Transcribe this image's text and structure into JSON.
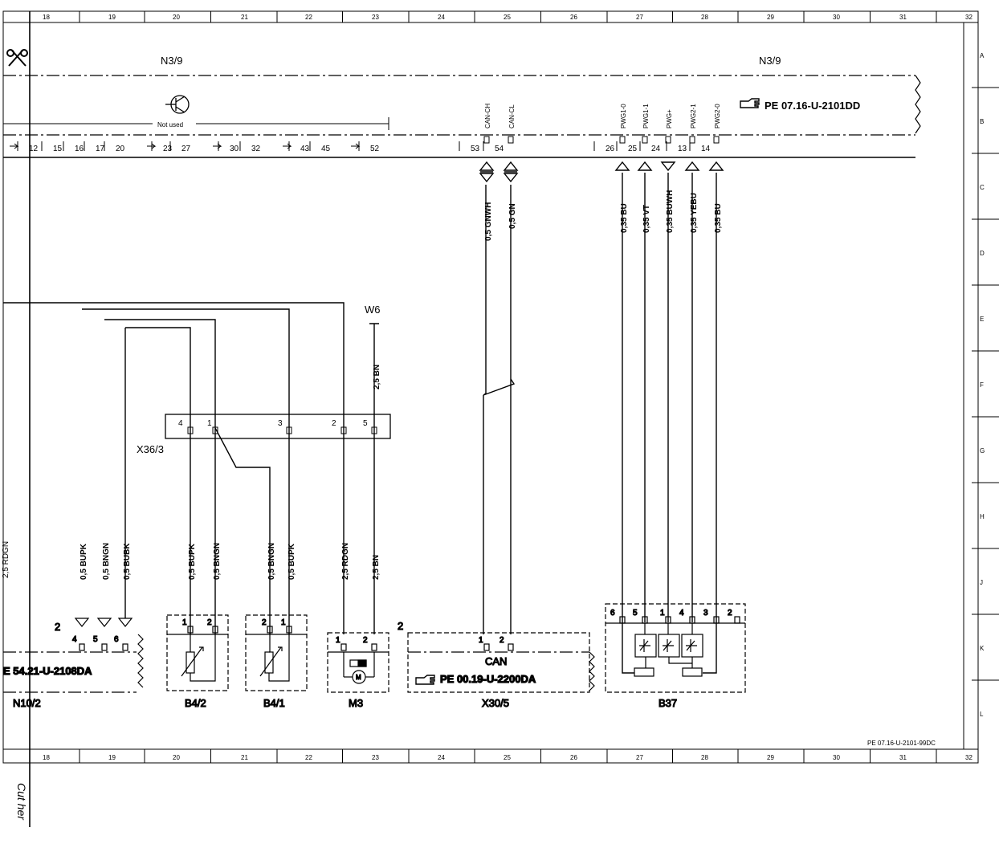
{
  "column_numbers": [
    "18",
    "19",
    "20",
    "21",
    "22",
    "23",
    "24",
    "25",
    "26",
    "27",
    "28",
    "29",
    "30",
    "31",
    "32"
  ],
  "row_letters": [
    "A",
    "B",
    "C",
    "D",
    "E",
    "F",
    "G",
    "H",
    "J",
    "K",
    "L"
  ],
  "cut_label": "Cut her",
  "ecu": {
    "label_left": "N3/9",
    "label_right": "N3/9",
    "not_used": "Not used",
    "ref": "PE 07.16-U-2101DD",
    "pins": [
      "12",
      "15",
      "16",
      "17",
      "20",
      "23",
      "27",
      "30",
      "32",
      "43",
      "45",
      "52",
      "53",
      "54",
      "26",
      "25",
      "24",
      "13",
      "14"
    ],
    "can_pins": [
      "CAN-CH",
      "CAN-CL"
    ],
    "pwm_pins": [
      "PWG1-0",
      "PWG1-1",
      "PWG+",
      "PWG2-1",
      "PWG2-0"
    ]
  },
  "wires": {
    "can": [
      "0,5 GNWH",
      "0,5 GN"
    ],
    "pwm": [
      "0,35 BU",
      "0,35 VT",
      "0,35 BUWH",
      "0,35 YEBU",
      "0,35 BU"
    ],
    "w6_wire": "2,5 BN",
    "left_cut_wire": "2,5 RDGN",
    "n10": [
      "0,5 BUPK",
      "0,5 BNGN",
      "0,5 BUBK"
    ],
    "b42": [
      "0,5 BUPK",
      "0,5 BNGN"
    ],
    "b41": [
      "0,5 BNGN",
      "0,5 BUPK"
    ],
    "m3": [
      "2,5 RDGN",
      "2,5 BN"
    ]
  },
  "ground": "W6",
  "connector_x36": {
    "label": "X36/3",
    "pins": [
      "4",
      "1",
      "3",
      "2",
      "5"
    ]
  },
  "components": {
    "n10": {
      "label": "N10/2",
      "ref": "E 54.21-U-2108DA",
      "pins": [
        "4",
        "5",
        "6"
      ],
      "conn": "2"
    },
    "b42": {
      "label": "B4/2",
      "pins": [
        "1",
        "2"
      ]
    },
    "b41": {
      "label": "B4/1",
      "pins": [
        "2",
        "1"
      ]
    },
    "m3": {
      "label": "M3",
      "pins": [
        "1",
        "2"
      ],
      "conn": "2",
      "symbol": "M"
    },
    "x305": {
      "label": "X30/5",
      "bus": "CAN",
      "ref": "PE 00.19-U-2200DA",
      "pins": [
        "1",
        "2"
      ]
    },
    "b37": {
      "label": "B37",
      "pins": [
        "6",
        "5",
        "1",
        "4",
        "3",
        "2"
      ]
    }
  },
  "footer_ref": "PE 07.16-U-2101-99DC",
  "icons": [
    "scissors-icon",
    "transistor-icon",
    "hand-pointer-icon",
    "motor-icon"
  ]
}
